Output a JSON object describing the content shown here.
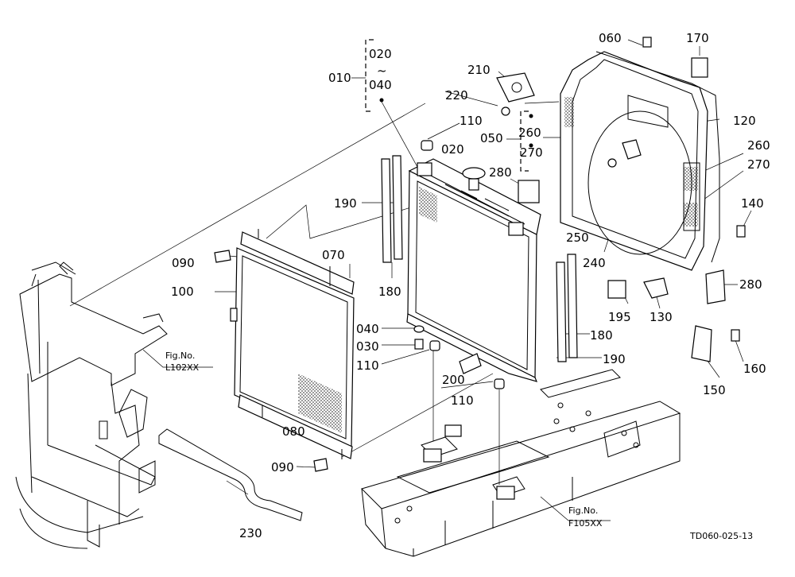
{
  "diagram": {
    "drawing_code": "TD060-025-13",
    "fig_refs": [
      {
        "id": "fig-l102",
        "title": "Fig.No.",
        "code": "L102XX"
      },
      {
        "id": "fig-f105",
        "title": "Fig.No.",
        "code": "F105XX"
      }
    ],
    "group_brackets": [
      {
        "id": "b010",
        "label": "010",
        "top": "020",
        "sep": "~",
        "bottom": "040"
      },
      {
        "id": "b050",
        "label": "050",
        "top": "260",
        "bottom": "270"
      }
    ],
    "callouts": [
      {
        "id": "c060",
        "text": "060"
      },
      {
        "id": "c170",
        "text": "170"
      },
      {
        "id": "c210",
        "text": "210"
      },
      {
        "id": "c220",
        "text": "220"
      },
      {
        "id": "c110a",
        "text": "110"
      },
      {
        "id": "c120",
        "text": "120"
      },
      {
        "id": "c020",
        "text": "020"
      },
      {
        "id": "c260",
        "text": "260"
      },
      {
        "id": "c270",
        "text": "270"
      },
      {
        "id": "c280a",
        "text": "280"
      },
      {
        "id": "c190a",
        "text": "190"
      },
      {
        "id": "c140",
        "text": "140"
      },
      {
        "id": "c250",
        "text": "250"
      },
      {
        "id": "c240",
        "text": "240"
      },
      {
        "id": "c090a",
        "text": "090"
      },
      {
        "id": "c070",
        "text": "070"
      },
      {
        "id": "c180a",
        "text": "180"
      },
      {
        "id": "c100",
        "text": "100"
      },
      {
        "id": "c195",
        "text": "195"
      },
      {
        "id": "c130",
        "text": "130"
      },
      {
        "id": "c280b",
        "text": "280"
      },
      {
        "id": "c040",
        "text": "040"
      },
      {
        "id": "c030",
        "text": "030"
      },
      {
        "id": "c110b",
        "text": "110"
      },
      {
        "id": "c180b",
        "text": "180"
      },
      {
        "id": "c190b",
        "text": "190"
      },
      {
        "id": "c160",
        "text": "160"
      },
      {
        "id": "c200",
        "text": "200"
      },
      {
        "id": "c110c",
        "text": "110"
      },
      {
        "id": "c150",
        "text": "150"
      },
      {
        "id": "c080",
        "text": "080"
      },
      {
        "id": "c090b",
        "text": "090"
      },
      {
        "id": "c230",
        "text": "230"
      }
    ]
  }
}
